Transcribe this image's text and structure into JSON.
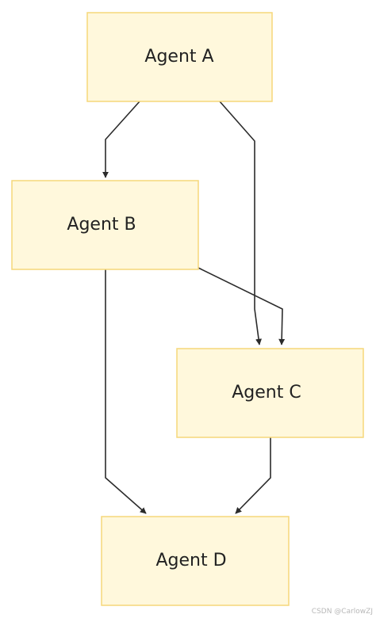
{
  "nodes": {
    "a": {
      "label": "Agent A"
    },
    "b": {
      "label": "Agent B"
    },
    "c": {
      "label": "Agent C"
    },
    "d": {
      "label": "Agent D"
    }
  },
  "edges": [
    {
      "from": "Agent A",
      "to": "Agent B"
    },
    {
      "from": "Agent A",
      "to": "Agent C"
    },
    {
      "from": "Agent B",
      "to": "Agent C"
    },
    {
      "from": "Agent B",
      "to": "Agent D"
    },
    {
      "from": "Agent C",
      "to": "Agent D"
    }
  ],
  "watermark": "CSDN @CarlowZJ"
}
